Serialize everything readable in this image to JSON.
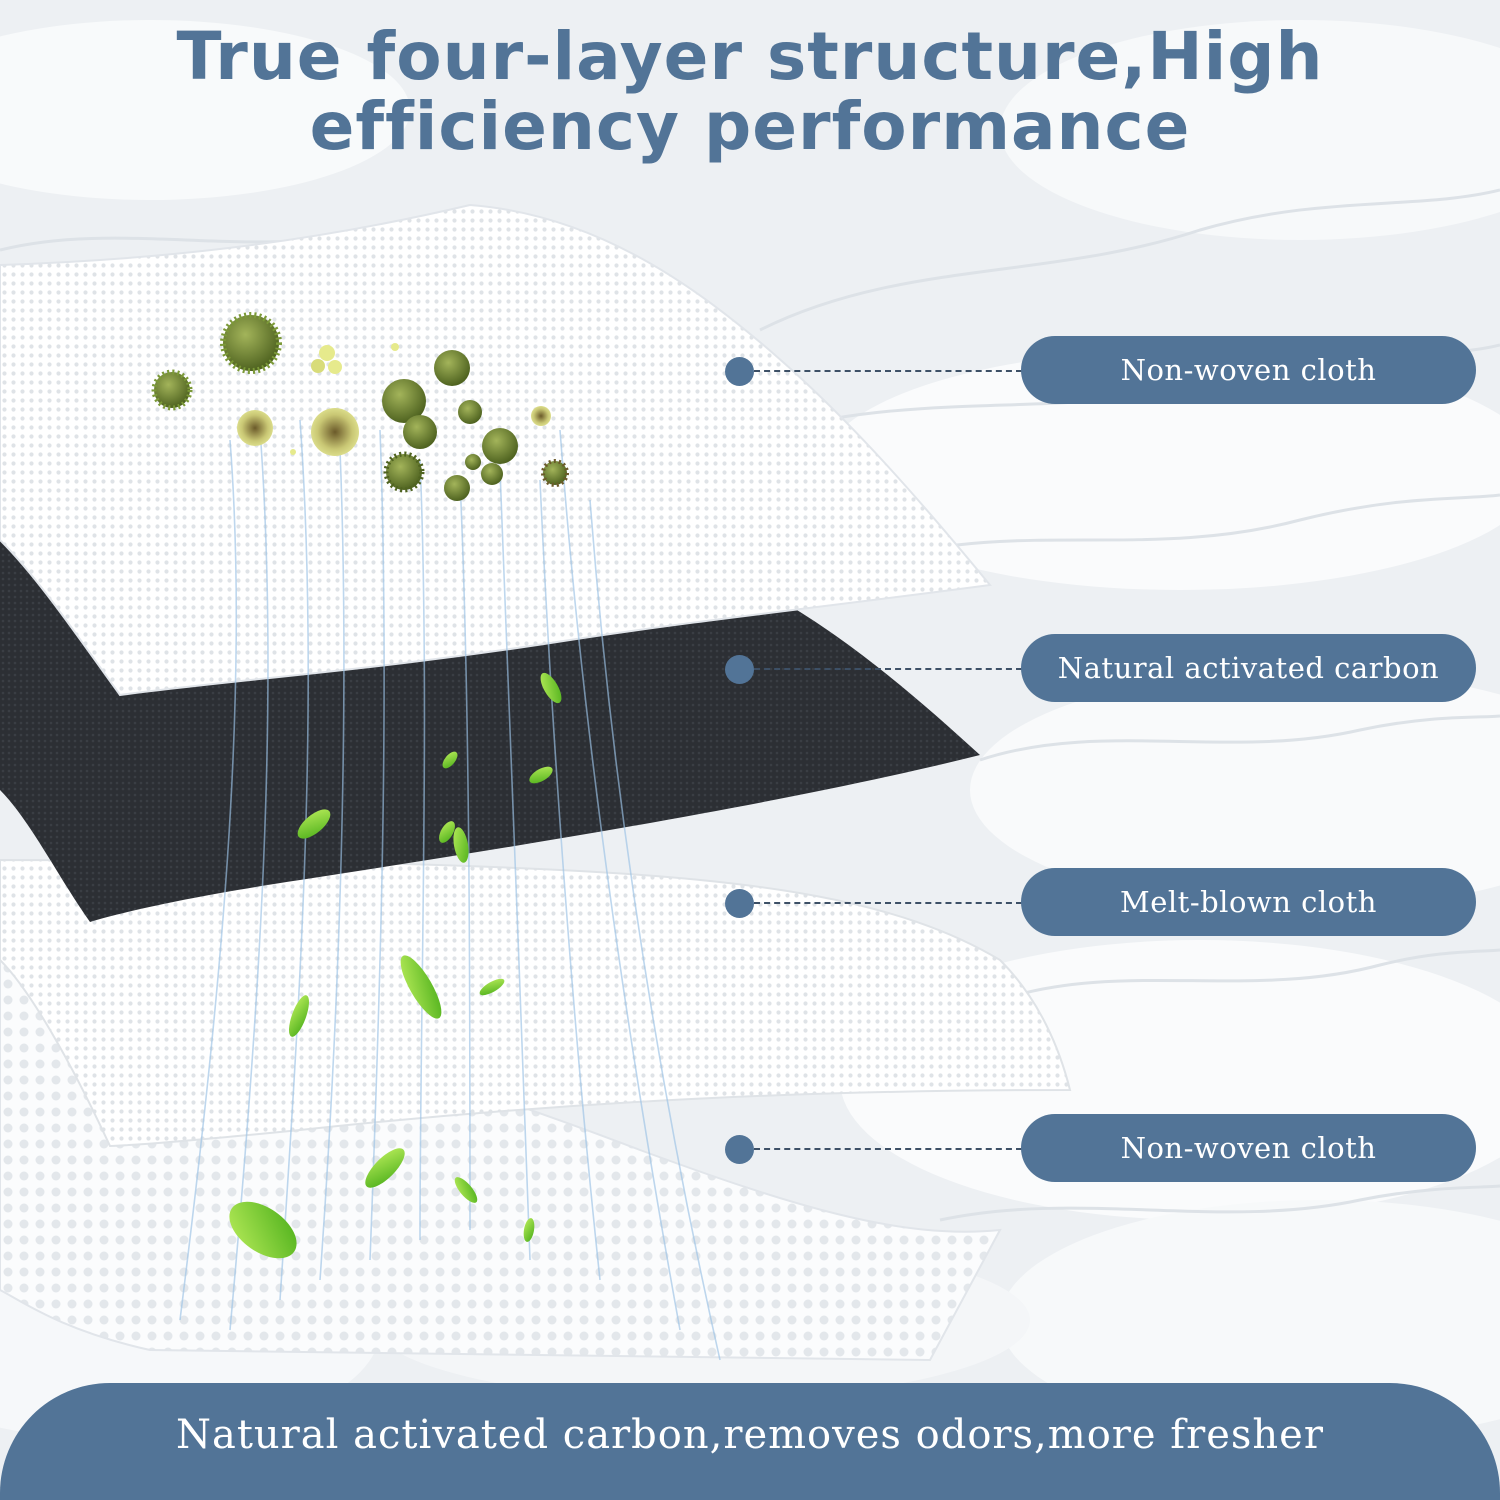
{
  "headline": {
    "line1": "True four-layer structure,High",
    "line2": "efficiency performance"
  },
  "layers": [
    {
      "label": "Non-woven cloth"
    },
    {
      "label": "Natural activated carbon"
    },
    {
      "label": "Melt-blown cloth"
    },
    {
      "label": "Non-woven cloth"
    }
  ],
  "banner": {
    "text": "Natural activated carbon,removes odors,more fresher"
  },
  "colors": {
    "accent": "#527497",
    "carbon_layer": "#2b2e33",
    "cloth_layer": "#ffffff",
    "particles": "#6c8a2e",
    "leaves": "#7ed321",
    "airflow": "#9cc3e6"
  }
}
